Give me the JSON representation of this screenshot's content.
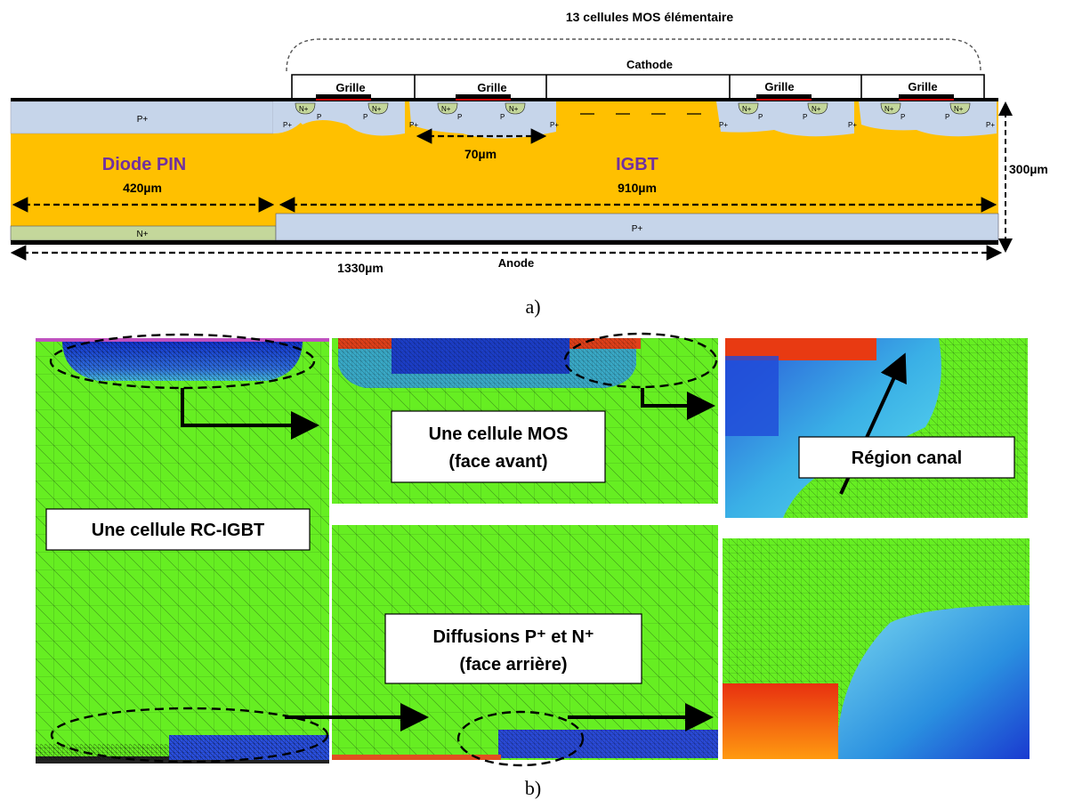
{
  "panel_a": {
    "title": "13 cellules MOS élémentaire",
    "cathode": "Cathode",
    "grille": "Grille",
    "p_plus": "P+",
    "n_plus": "N+",
    "p": "P",
    "diode_pin": "Diode PIN",
    "igbt": "IGBT",
    "dim_420": "420µm",
    "dim_910": "910µm",
    "dim_70": "70µm",
    "dim_300": "300µm",
    "dim_1330": "1330µm",
    "anode": "Anode",
    "caption": "a)"
  },
  "panel_b": {
    "label_rcigbt": "Une cellule RC-IGBT",
    "label_mos_line1": "Une cellule MOS",
    "label_mos_line2": "(face avant)",
    "label_canal": "Région canal",
    "label_diff_line1": "Diffusions P⁺ et N⁺",
    "label_diff_line2": "(face arrière)",
    "caption": "b)"
  },
  "colors": {
    "drift": "#ffc000",
    "p_plus": "#c6d5ea",
    "n_plus": "#c4d79b",
    "mesh_green": "#66ee22",
    "metal": "#000000"
  }
}
